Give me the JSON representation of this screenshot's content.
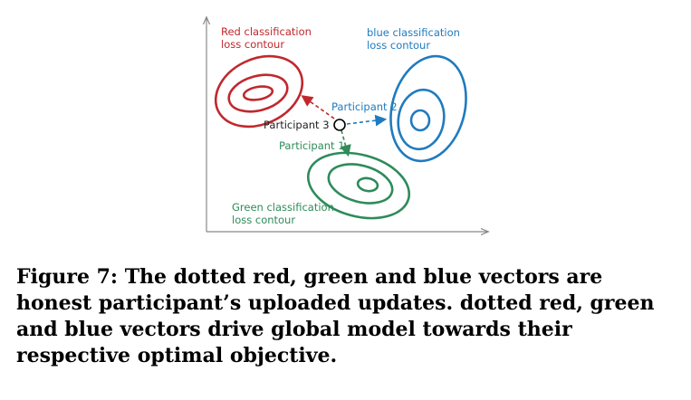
{
  "diagram": {
    "contours": {
      "red": {
        "label_line1": "Red classification",
        "label_line2": "loss contour",
        "color": "#c0282d"
      },
      "blue": {
        "label_line1": "blue classification",
        "label_line2": "loss contour",
        "color": "#1f7bbf"
      },
      "green": {
        "label_line1": "Green classification",
        "label_line2": "loss contour",
        "color": "#2e8b5a"
      }
    },
    "participants": {
      "p1": "Participant 1",
      "p2": "Participant 2",
      "p3": "Participant 3"
    },
    "axis_color": "#888888"
  },
  "caption": "Figure 7: The dotted red, green and blue vectors are honest participant’s uploaded updates. dotted red, green and blue vectors drive global model towards their respective optimal objective."
}
